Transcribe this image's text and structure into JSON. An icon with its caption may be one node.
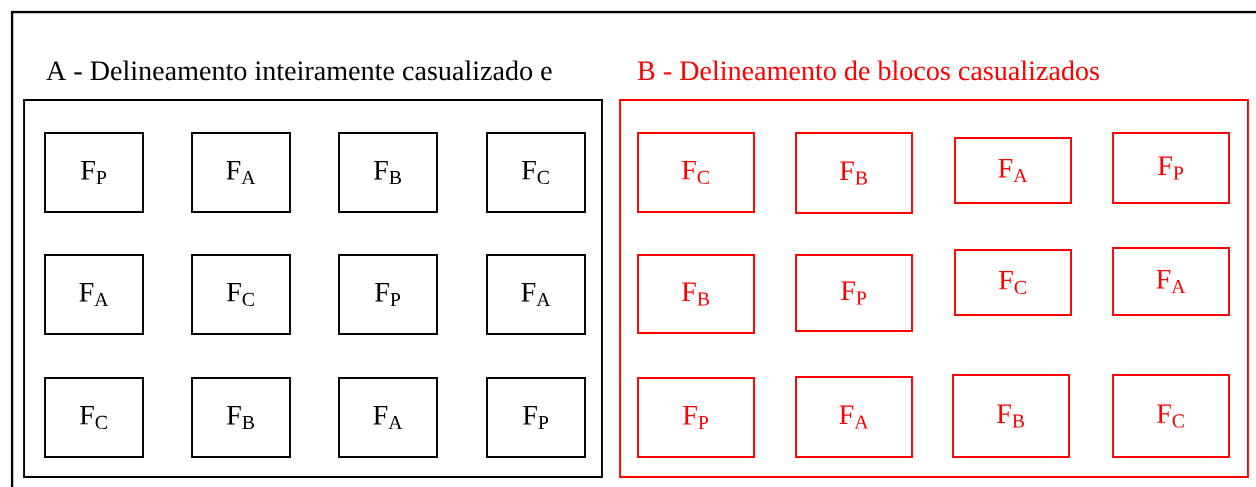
{
  "diagram": {
    "nodes": [
      {
        "text": [
          "A - Delineamento inteiramente casualizado e"
        ]
      },
      {
        "text": [
          "F$_{P}$"
        ],
        "in": 0
      },
      {
        "text": [
          "F$_{A}$"
        ],
        "in": 0
      },
      {
        "text": [
          "F$_{B}$"
        ],
        "in": 0
      },
      {
        "text": [
          "F$_{C}$"
        ],
        "in": 0
      },
      {
        "text": [
          "F$_{A}$"
        ],
        "in": 0
      },
      {
        "text": [
          "F$_{C}$"
        ],
        "in": 0
      },
      {
        "text": [
          "F$_{P}$"
        ],
        "in": 0
      },
      {
        "text": [
          "F$_{A}$"
        ],
        "in": 0
      },
      {
        "text": [
          "F$_{C}$"
        ],
        "in": 0
      },
      {
        "text": [
          "F$_{B}$"
        ],
        "in": 0
      },
      {
        "text": [
          "F$_{A}$"
        ],
        "in": 0
      },
      {
        "text": [
          "F$_{P}$"
        ],
        "in": 0
      },
      {
        "text": [
          "B - Delineamento de blocos casualizados"
        ]
      },
      {
        "text": [
          "F$_{C}$"
        ],
        "in": 13
      },
      {
        "text": [
          "F$_{B}$"
        ],
        "in": 13
      },
      {
        "text": [
          "F$_{A}$"
        ],
        "in": 13
      },
      {
        "text": [
          "F$_{P}$"
        ],
        "in": 13
      },
      {
        "text": [
          "F$_{B}$"
        ],
        "in": 13
      },
      {
        "text": [
          "F$_{P}$"
        ],
        "in": 13
      },
      {
        "text": [
          "F$_{C}$"
        ],
        "in": 13
      },
      {
        "text": [
          "F$_{A}$"
        ],
        "in": 13
      },
      {
        "text": [
          "F$_{P}$"
        ],
        "in": 13
      },
      {
        "text": [
          "F$_{A}$"
        ],
        "in": 13
      },
      {
        "text": [
          "F$_{B}$"
        ],
        "in": 13
      },
      {
        "text": [
          "F$_{C}$"
        ],
        "in": 13
      }
    ]
  }
}
